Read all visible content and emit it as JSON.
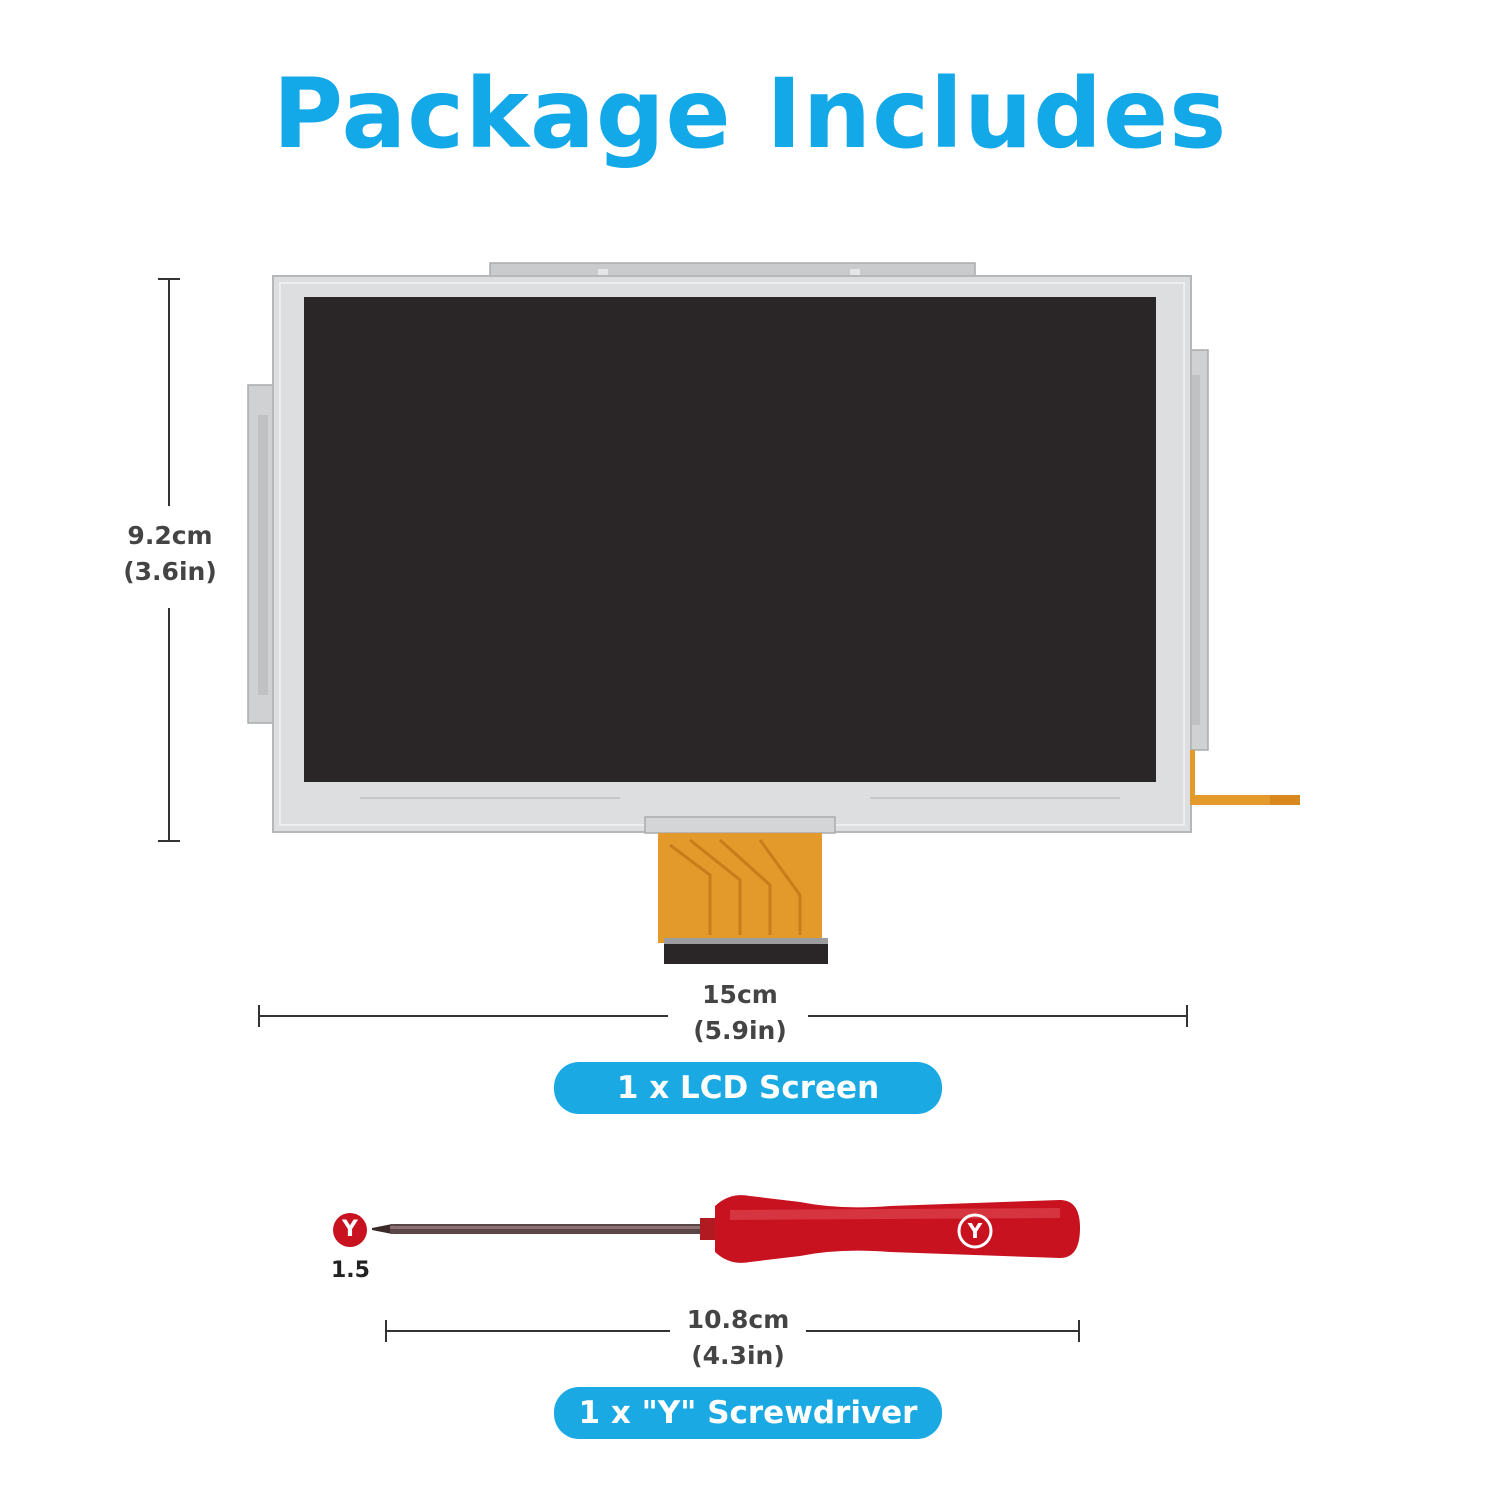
{
  "title": "Package Includes",
  "height_dim": {
    "cm": "9.2cm",
    "in": "(3.6in)"
  },
  "width_dim": {
    "cm": "15cm",
    "in": "(5.9in)"
  },
  "lcd_label": "1 x LCD Screen",
  "driver": {
    "tip_badge": "Y",
    "tip_size": "1.5",
    "handle_logo": "Y",
    "length_cm": "10.8cm",
    "length_in": "(4.3in)",
    "label": "1 x \"Y\" Screwdriver"
  },
  "colors": {
    "accent": "#1aa9e3",
    "title": "#13a8e8",
    "handle": "#c8121f",
    "lcd_panel": "#2a2628",
    "frame": "#dcdee0",
    "flex_cable": "#e39a2a"
  }
}
